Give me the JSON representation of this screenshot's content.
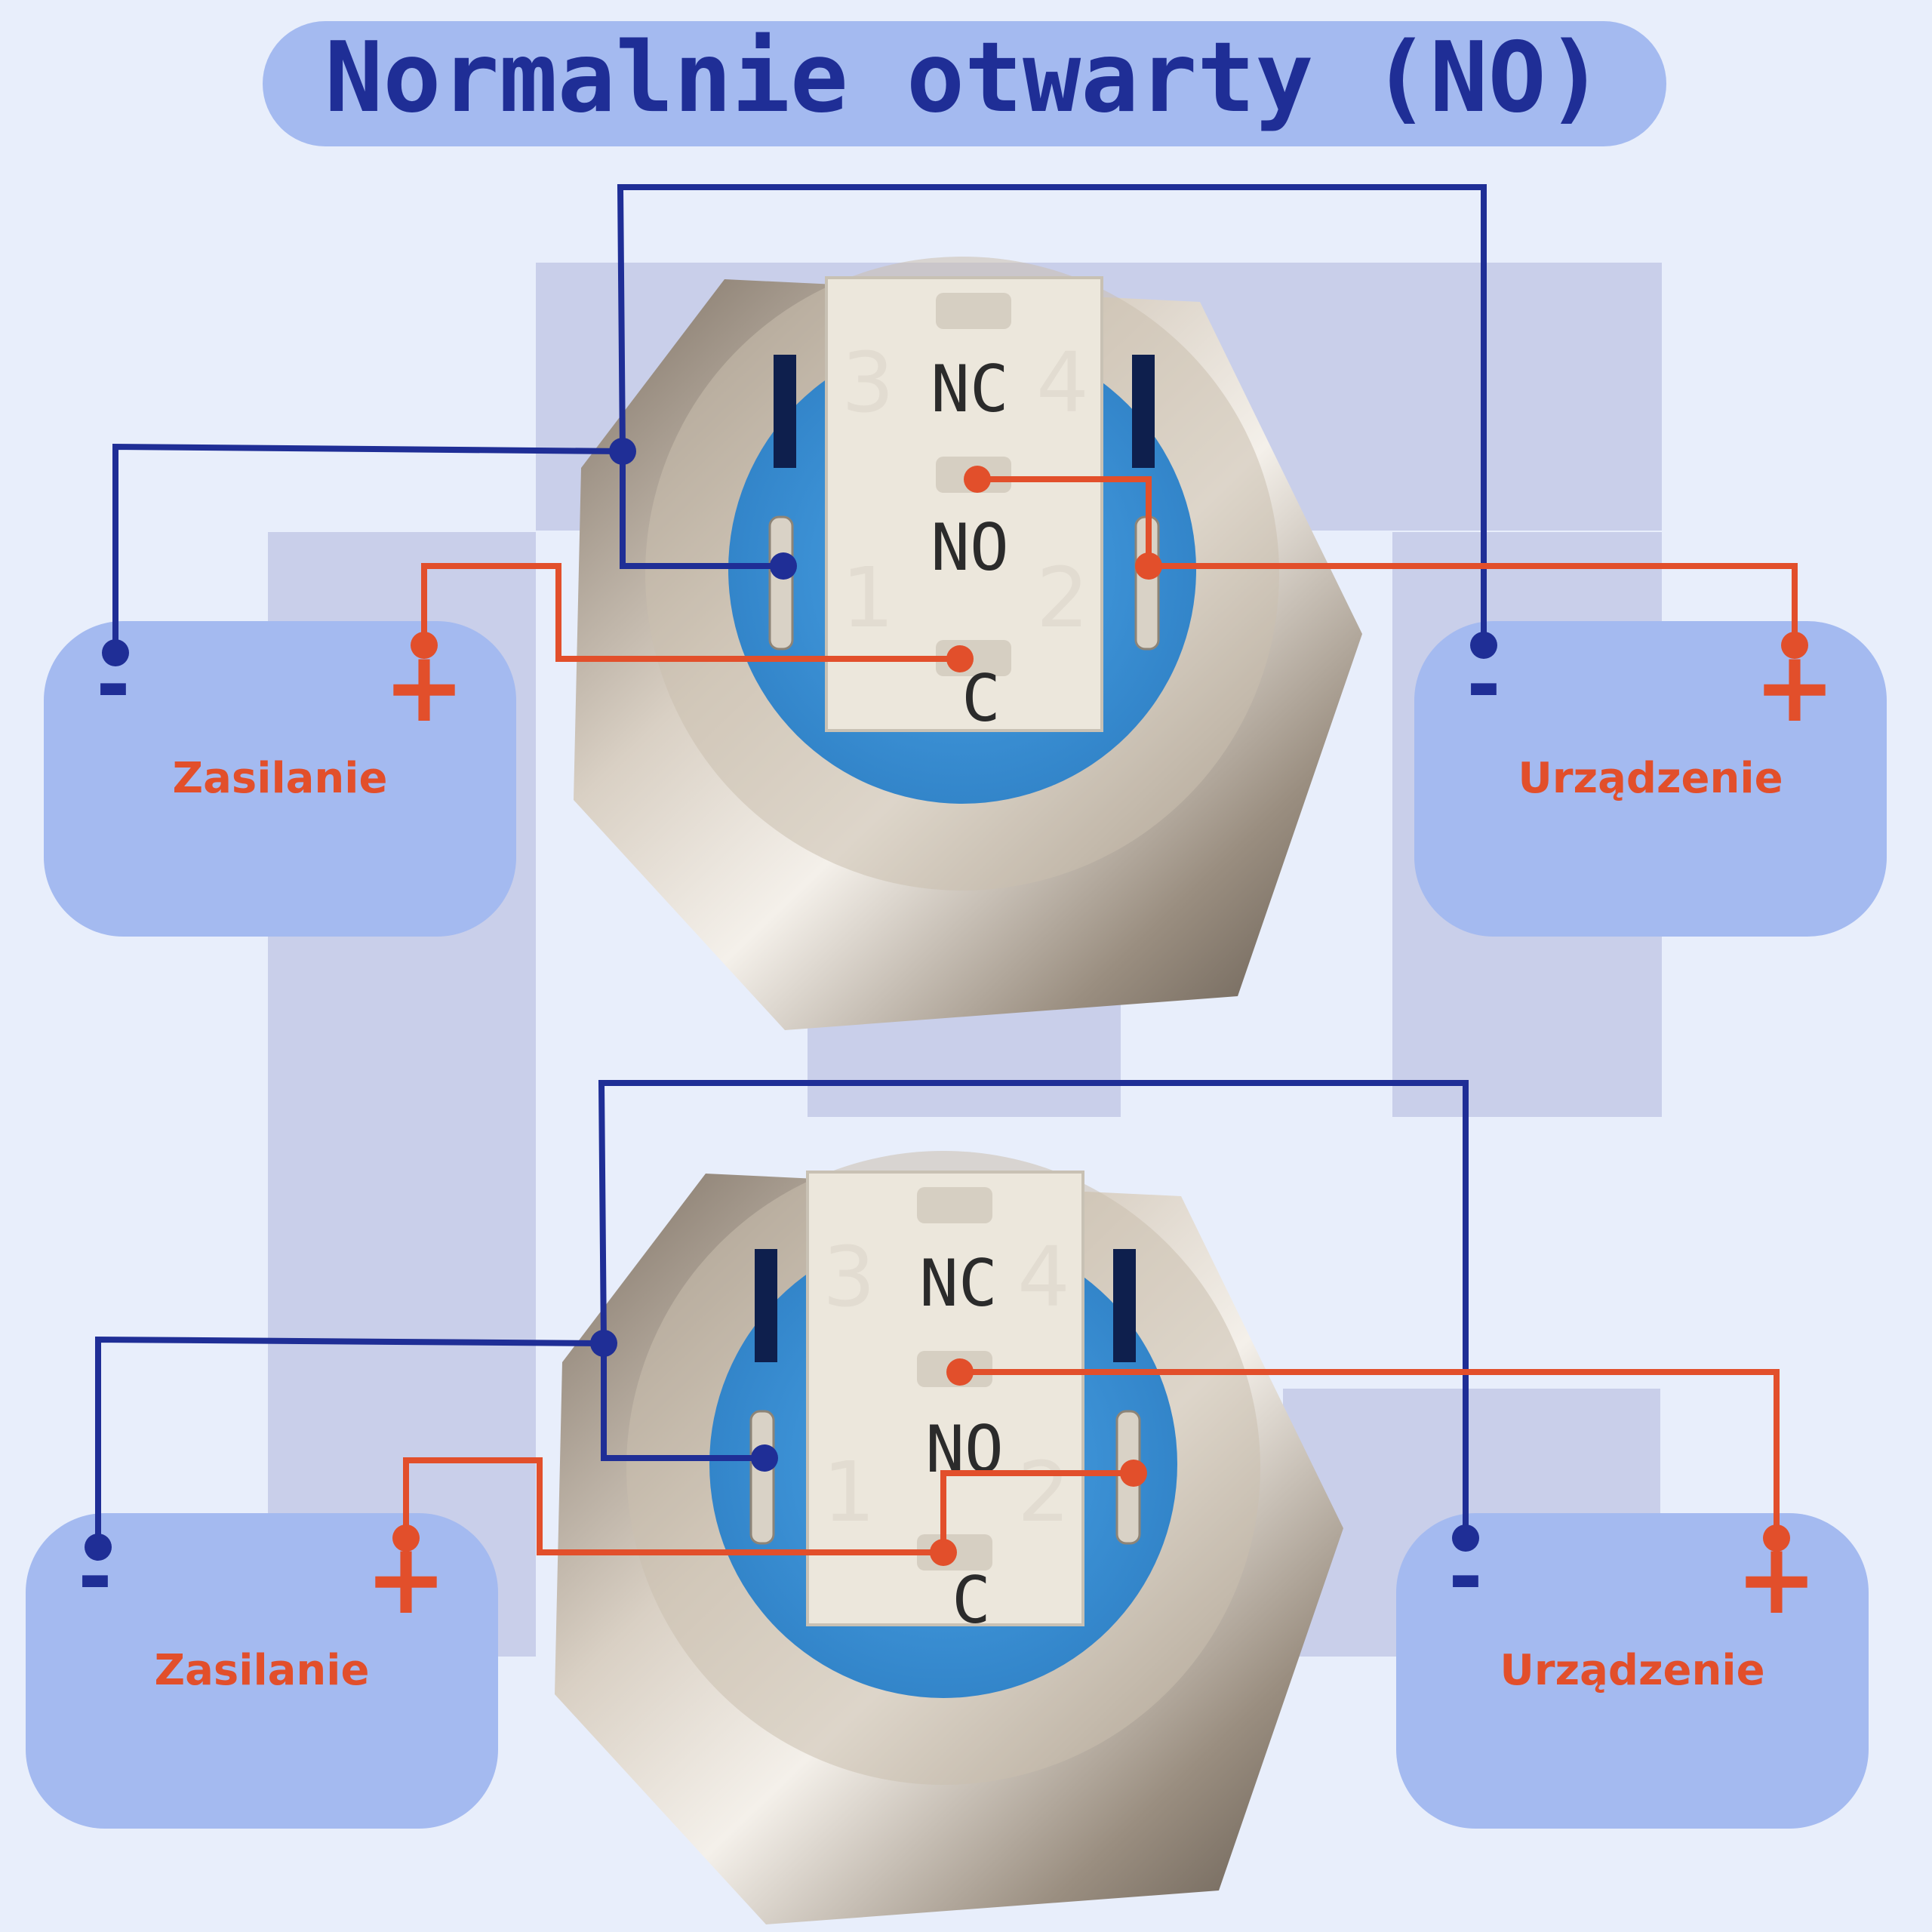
{
  "title": "Normalnie otwarty (NO)",
  "colors": {
    "background": "#e8eefb",
    "title_pill": "#a4baf0",
    "title_text": "#1f2e96",
    "box_fill": "#a4baf0",
    "box_label": "#e24f2b",
    "wire_negative": "#1f2e96",
    "wire_positive": "#e24f2b",
    "switch_blue": "#3a8fd4",
    "connector_ivory": "#ece7dc",
    "metal": "#b6ab9c"
  },
  "diagrams": [
    {
      "switch": {
        "pin_labels": [
          "NC",
          "NO",
          "C"
        ],
        "pin_numbers": [
          "3",
          "4",
          "1",
          "2"
        ]
      },
      "left_box": {
        "label": "Zasilanie",
        "minus": "-",
        "plus": "+"
      },
      "right_box": {
        "label": "Urządzenie",
        "minus": "-",
        "plus": "+"
      }
    },
    {
      "switch": {
        "pin_labels": [
          "NC",
          "NO",
          "C"
        ],
        "pin_numbers": [
          "3",
          "4",
          "1",
          "2"
        ]
      },
      "left_box": {
        "label": "Zasilanie",
        "minus": "-",
        "plus": "+"
      },
      "right_box": {
        "label": "Urządzenie",
        "minus": "-",
        "plus": "+"
      }
    }
  ]
}
